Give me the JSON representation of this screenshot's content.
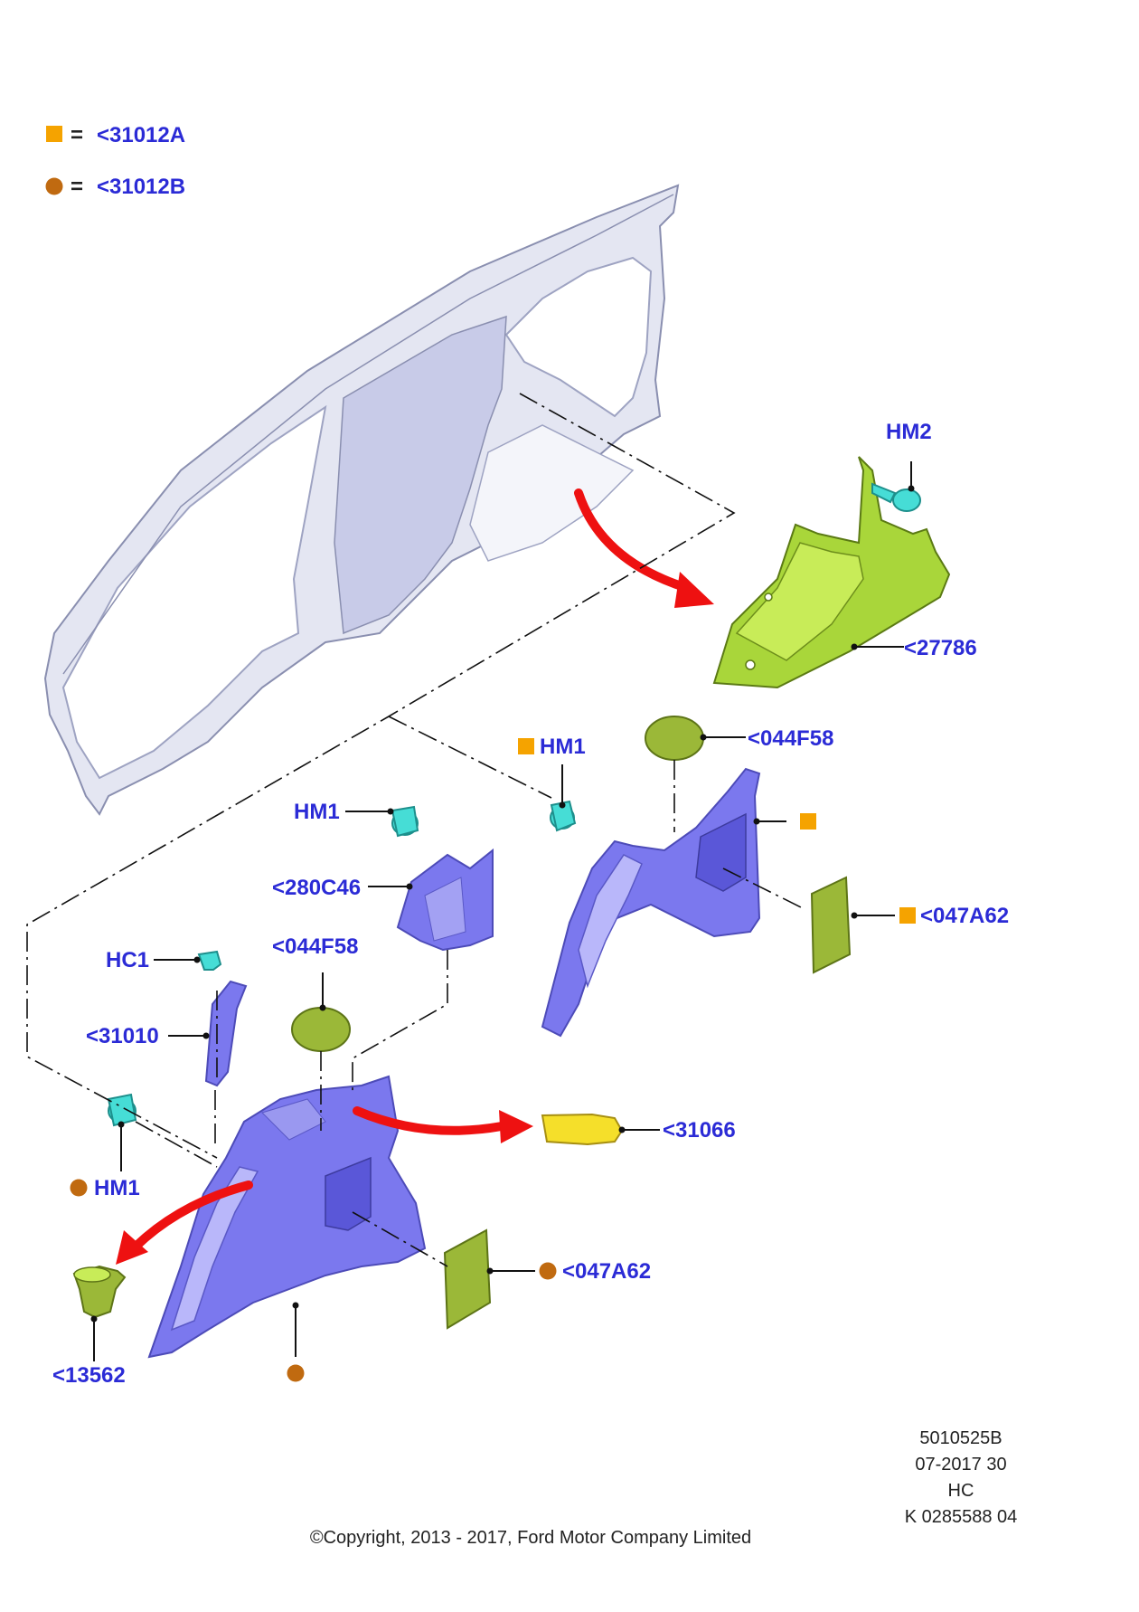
{
  "legend": [
    {
      "symbol": "square",
      "color": "#f5a300",
      "equals": "=",
      "ref": "<31012A"
    },
    {
      "symbol": "circle",
      "color": "#c06a10",
      "equals": "=",
      "ref": "<31012B"
    }
  ],
  "callouts": {
    "hm2": "HM2",
    "p27786": "<27786",
    "hm1_upper": "HM1",
    "p044f58_upper": "<044F58",
    "hm1_mid": "HM1",
    "p280c46": "<280C46",
    "p047a62_upper": "<047A62",
    "hc1": "HC1",
    "p044f58_lower": "<044F58",
    "p31010": "<31010",
    "p31066": "<31066",
    "hm1_lower": "HM1",
    "p047a62_lower": "<047A62",
    "p13562": "<13562"
  },
  "marker_colors": {
    "square": "#f5a300",
    "circle": "#c06a10"
  },
  "label_color": "#2b2bd6",
  "info_block": [
    "5010525B",
    "07-2017 30",
    "HC",
    "K 0285588 04"
  ],
  "copyright": "©Copyright, 2013 - 2017, Ford Motor Company Limited"
}
